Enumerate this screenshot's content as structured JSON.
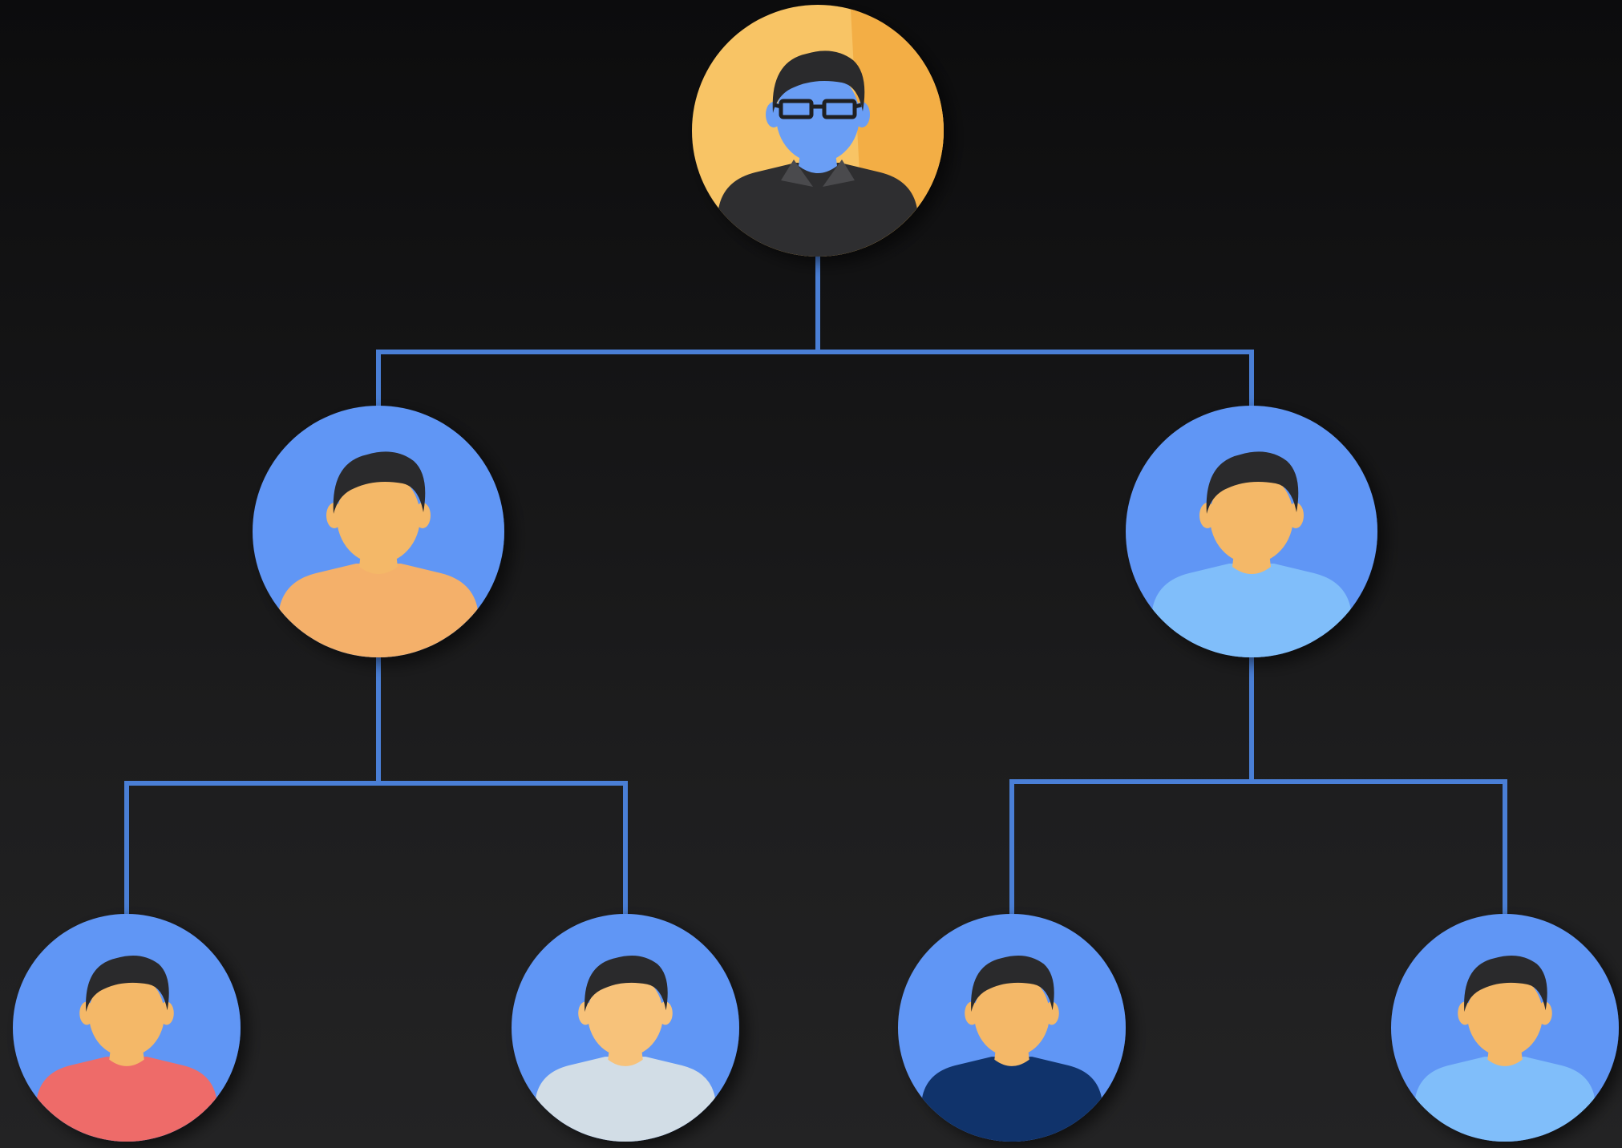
{
  "diagram": {
    "type": "org-chart",
    "connector_color": "#4a7fd6",
    "nodes": [
      {
        "id": "root",
        "avatar": "manager-with-glasses-icon",
        "bg": "#f8c465",
        "bg_accent": "#f3ae45",
        "face": "#6a9ef5",
        "shirt": "#2e2e30",
        "collar": "#4a4a4d",
        "hair": "#2a2a2c",
        "glasses": true
      },
      {
        "id": "l1-left",
        "avatar": "person-icon",
        "bg": "#6196f5",
        "face": "#f4b868",
        "shirt": "#f4b06a",
        "hair": "#2a2a2c"
      },
      {
        "id": "l1-right",
        "avatar": "person-icon",
        "bg": "#6196f5",
        "face": "#f4b868",
        "shirt": "#80befa",
        "hair": "#2a2a2c"
      },
      {
        "id": "l2-1",
        "avatar": "person-icon",
        "bg": "#6196f5",
        "face": "#f4b868",
        "shirt": "#ee6b69",
        "hair": "#2a2a2c"
      },
      {
        "id": "l2-2",
        "avatar": "person-icon",
        "bg": "#6196f5",
        "face": "#f7c27a",
        "shirt": "#d2dde6",
        "hair": "#2a2a2c"
      },
      {
        "id": "l2-3",
        "avatar": "person-icon",
        "bg": "#6196f5",
        "face": "#f4b868",
        "shirt": "#10336b",
        "hair": "#2a2a2c"
      },
      {
        "id": "l2-4",
        "avatar": "person-icon",
        "bg": "#6196f5",
        "face": "#f4b868",
        "shirt": "#80befa",
        "hair": "#2a2a2c"
      }
    ],
    "edges": [
      {
        "from": "root",
        "to": "l1-left"
      },
      {
        "from": "root",
        "to": "l1-right"
      },
      {
        "from": "l1-left",
        "to": "l2-1"
      },
      {
        "from": "l1-left",
        "to": "l2-2"
      },
      {
        "from": "l1-right",
        "to": "l2-3"
      },
      {
        "from": "l1-right",
        "to": "l2-4"
      }
    ]
  }
}
